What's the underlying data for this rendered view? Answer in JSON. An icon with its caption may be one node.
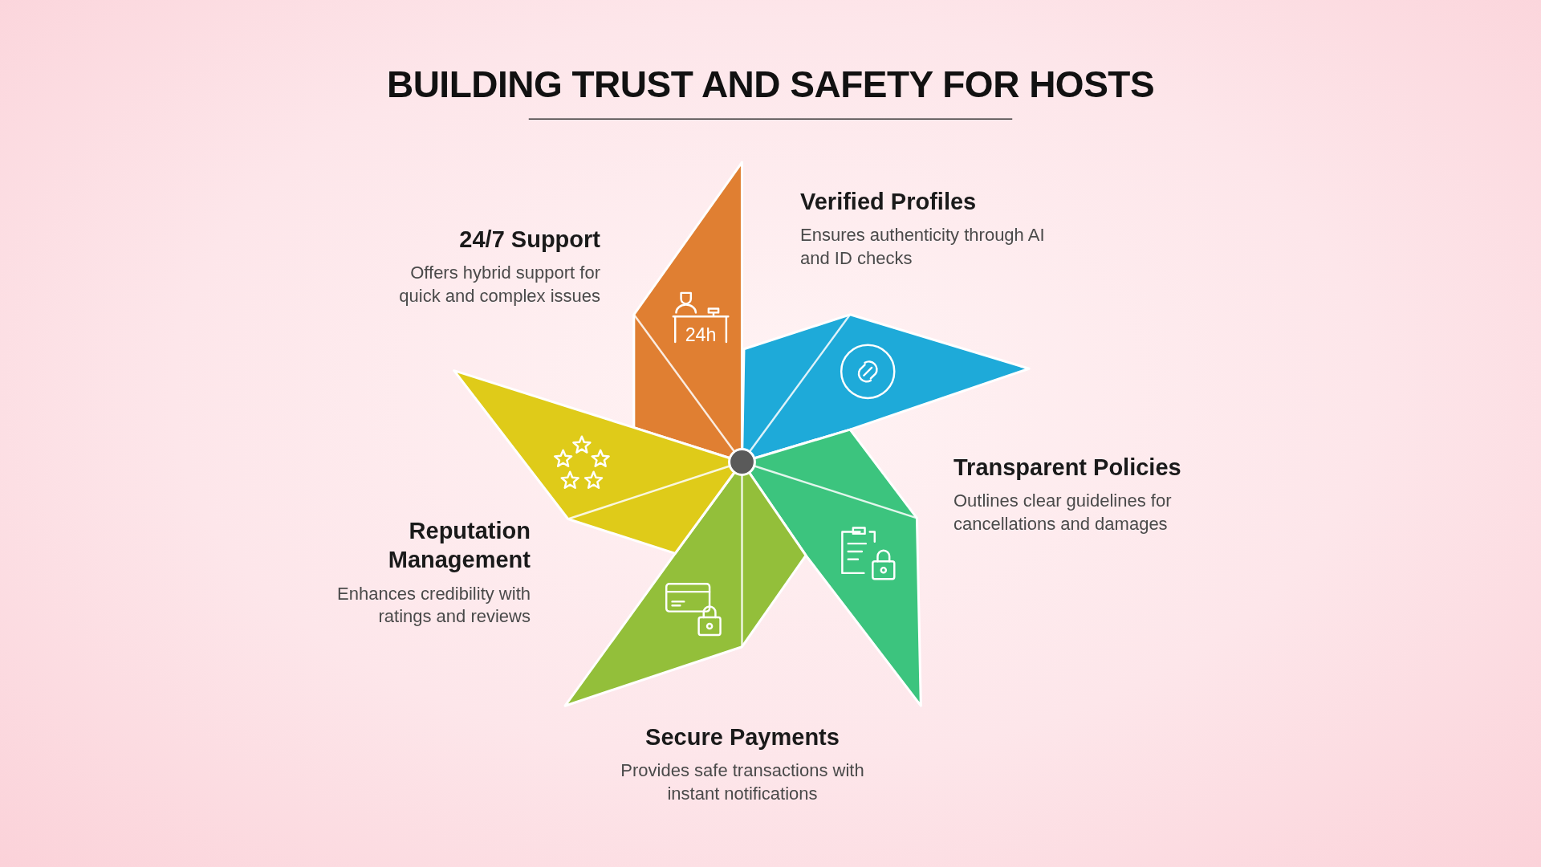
{
  "diagram": {
    "title": "BUILDING TRUST AND SAFETY FOR HOSTS",
    "nodes": [
      {
        "text": [
          "Verified Profiles",
          "Ensures authenticity through AI and ID checks"
        ]
      },
      {
        "text": [
          "24/7 Support",
          "Offers hybrid support for quick and complex issues"
        ]
      },
      {
        "text": [
          "Transparent Policies",
          "Outlines clear guidelines for cancellations and damages"
        ]
      },
      {
        "text": [
          "Reputation Management",
          "Enhances credibility with ratings and reviews"
        ]
      },
      {
        "text": [
          "Secure Payments",
          "Provides safe transactions with instant notifications"
        ]
      }
    ],
    "labels": [
      "24h"
    ]
  }
}
